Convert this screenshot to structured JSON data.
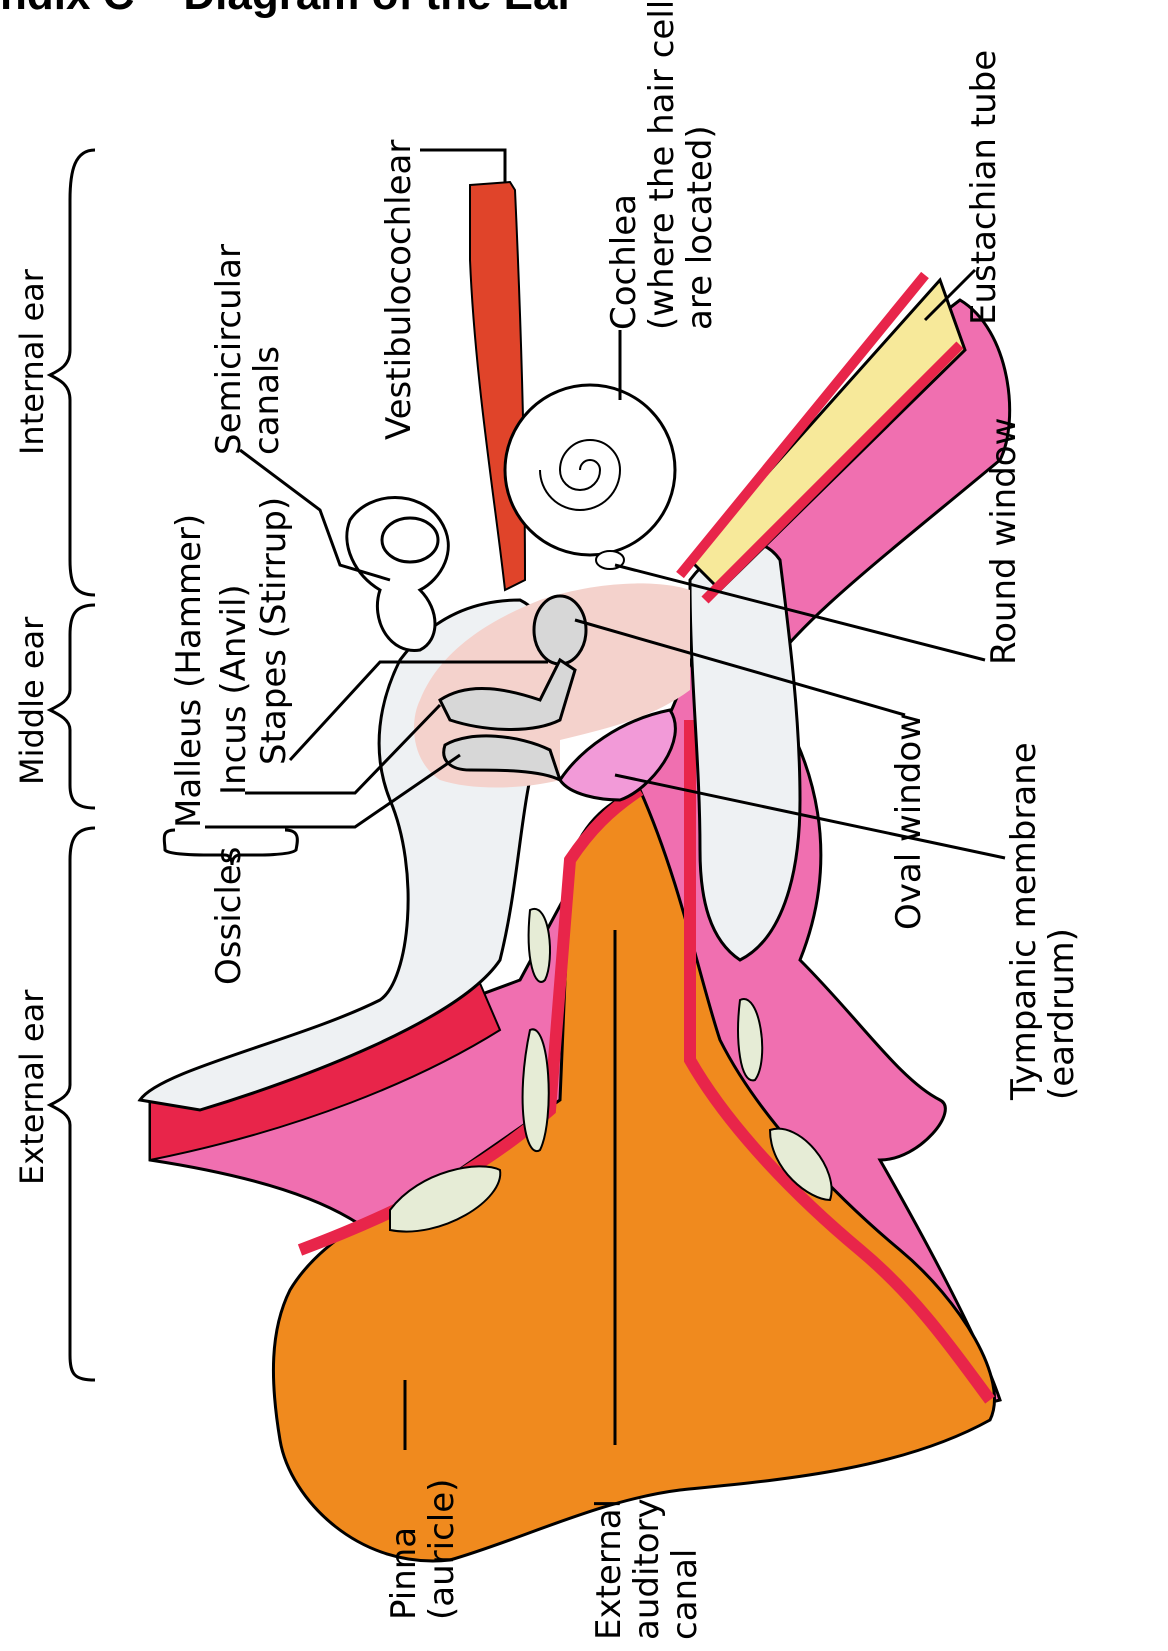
{
  "title": "ndix C – Diagram of the Ear",
  "sections": {
    "internal_ear": "Internal ear",
    "middle_ear": "Middle ear",
    "external_ear": "External ear"
  },
  "labels": {
    "semicircular_canals": [
      "Semicircular",
      "canals"
    ],
    "vestibulocochlear": "Vestibulocochlear",
    "cochlea": [
      "Cochlea",
      "(where the hair cells",
      "are located)"
    ],
    "eustachian_tube": "Eustachian tube",
    "malleus": "Malleus (Hammer)",
    "incus": "Incus (Anvil)",
    "stapes": "Stapes (Stirrup)",
    "ossicles": "Ossicles",
    "round_window": "Round window",
    "oval_window": "Oval window",
    "tympanic_membrane": [
      "Tympanic membrane",
      "(eardrum)"
    ],
    "pinna": [
      "Pinna",
      "(auricle)"
    ],
    "external_auditory_canal": [
      "External",
      "auditory",
      "canal"
    ]
  },
  "colors": {
    "orange": "#f08a1e",
    "pink": "#f06fb0",
    "red": "#e8254a",
    "bone": "#eef1f3",
    "cartilage": "#e6ecd6",
    "middle_ear": "#f4d2cc",
    "nerve": "#e0442a",
    "tube": "#f7e99a",
    "eardrum": "#f29ad8",
    "ossicle": "#d7d7d7"
  }
}
